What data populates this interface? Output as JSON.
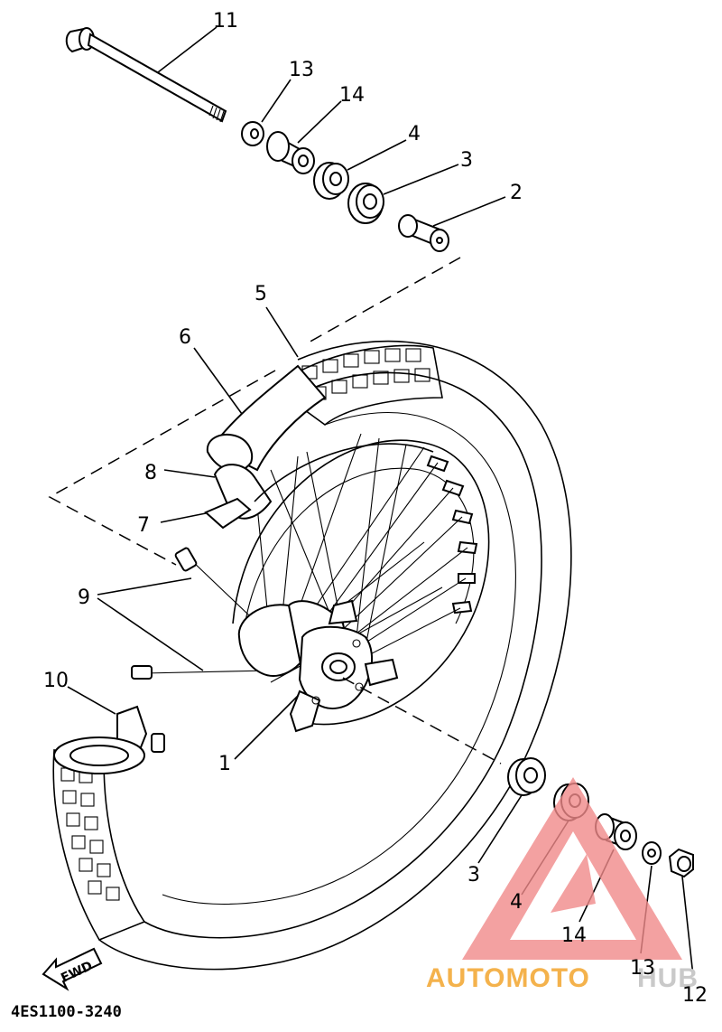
{
  "diagram": {
    "part_code": "4ES1100-3240",
    "fwd_label": "FWD",
    "labels": {
      "p1": "1",
      "p2": "2",
      "p3_top": "3",
      "p4_top": "4",
      "p5": "5",
      "p6": "6",
      "p7": "7",
      "p8": "8",
      "p9": "9",
      "p10": "10",
      "p11": "11",
      "p12": "12",
      "p13_top": "13",
      "p14_top": "14",
      "p3_bottom": "3",
      "p4_bottom": "4",
      "p14_bottom": "14",
      "p13_bottom": "13"
    }
  },
  "watermark": {
    "text_part1": "AUTOMOTO",
    "text_part2": "HUB",
    "color_accent": "#f4b24c",
    "color_triangle": "#f08a8a",
    "color_secondary": "#c9c9c9"
  }
}
